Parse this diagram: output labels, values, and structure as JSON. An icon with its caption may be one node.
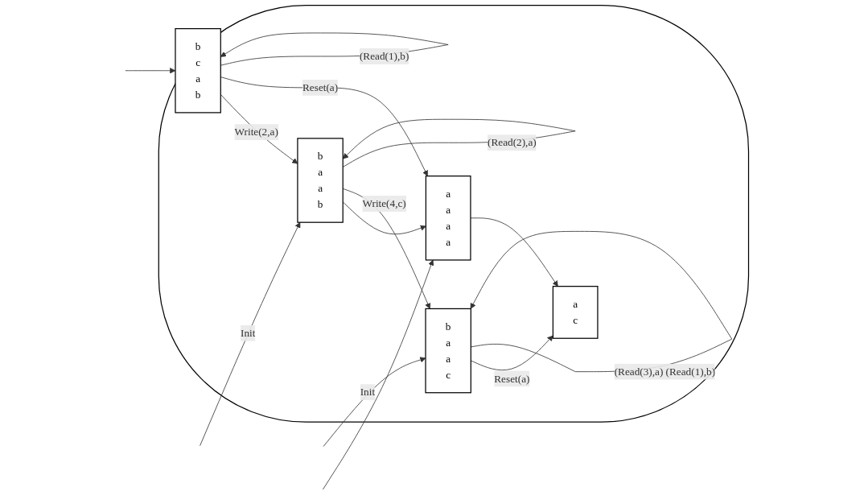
{
  "diagram": {
    "nodes": [
      {
        "text": [],
        "shape": "ellipse"
      },
      {
        "text": [
          "b",
          "a",
          "a",
          "b"
        ],
        "in": 0
      },
      {
        "text": [
          "b",
          "c",
          "a",
          "b"
        ],
        "in": 0
      },
      {
        "text": [
          "a",
          "c"
        ],
        "in": 0
      },
      {
        "text": [
          "a",
          "a",
          "a",
          "a"
        ],
        "in": 0
      },
      {
        "text": [
          "b",
          "a",
          "a",
          "c"
        ],
        "in": 0
      }
    ],
    "edges": [
      {
        "from": 2,
        "to": 1,
        "arrow": "to",
        "label": "Write(2,a)"
      },
      {
        "from": 2,
        "to": 4,
        "arrow": "to",
        "label": "Reset(a)"
      },
      {
        "from": 1,
        "to": 4,
        "arrow": "to"
      },
      {
        "from": 1,
        "to": 5,
        "arrow": "to",
        "label": "Write(4,c)"
      },
      {
        "from": 4,
        "to": 3,
        "arrow": "to"
      },
      {
        "from": 5,
        "to": 3,
        "arrow": "to",
        "label": "Reset(a)"
      },
      {
        "from": 1,
        "to": 1,
        "arrow": "to",
        "label": "(Read(2),a)"
      },
      {
        "from": 2,
        "to": 2,
        "arrow": "to",
        "label": "(Read(1),b)"
      },
      {
        "from": 5,
        "to": 5,
        "arrow": "to",
        "label": "(Read(3),a) (Read(1),b)"
      },
      {
        "from": null,
        "to": 1,
        "arrow": "to",
        "label": "Init"
      },
      {
        "from": null,
        "to": 2,
        "arrow": "to"
      },
      {
        "from": null,
        "to": 5,
        "arrow": "to",
        "label": "Init"
      },
      {
        "from": null,
        "to": 4,
        "arrow": "to"
      }
    ]
  }
}
